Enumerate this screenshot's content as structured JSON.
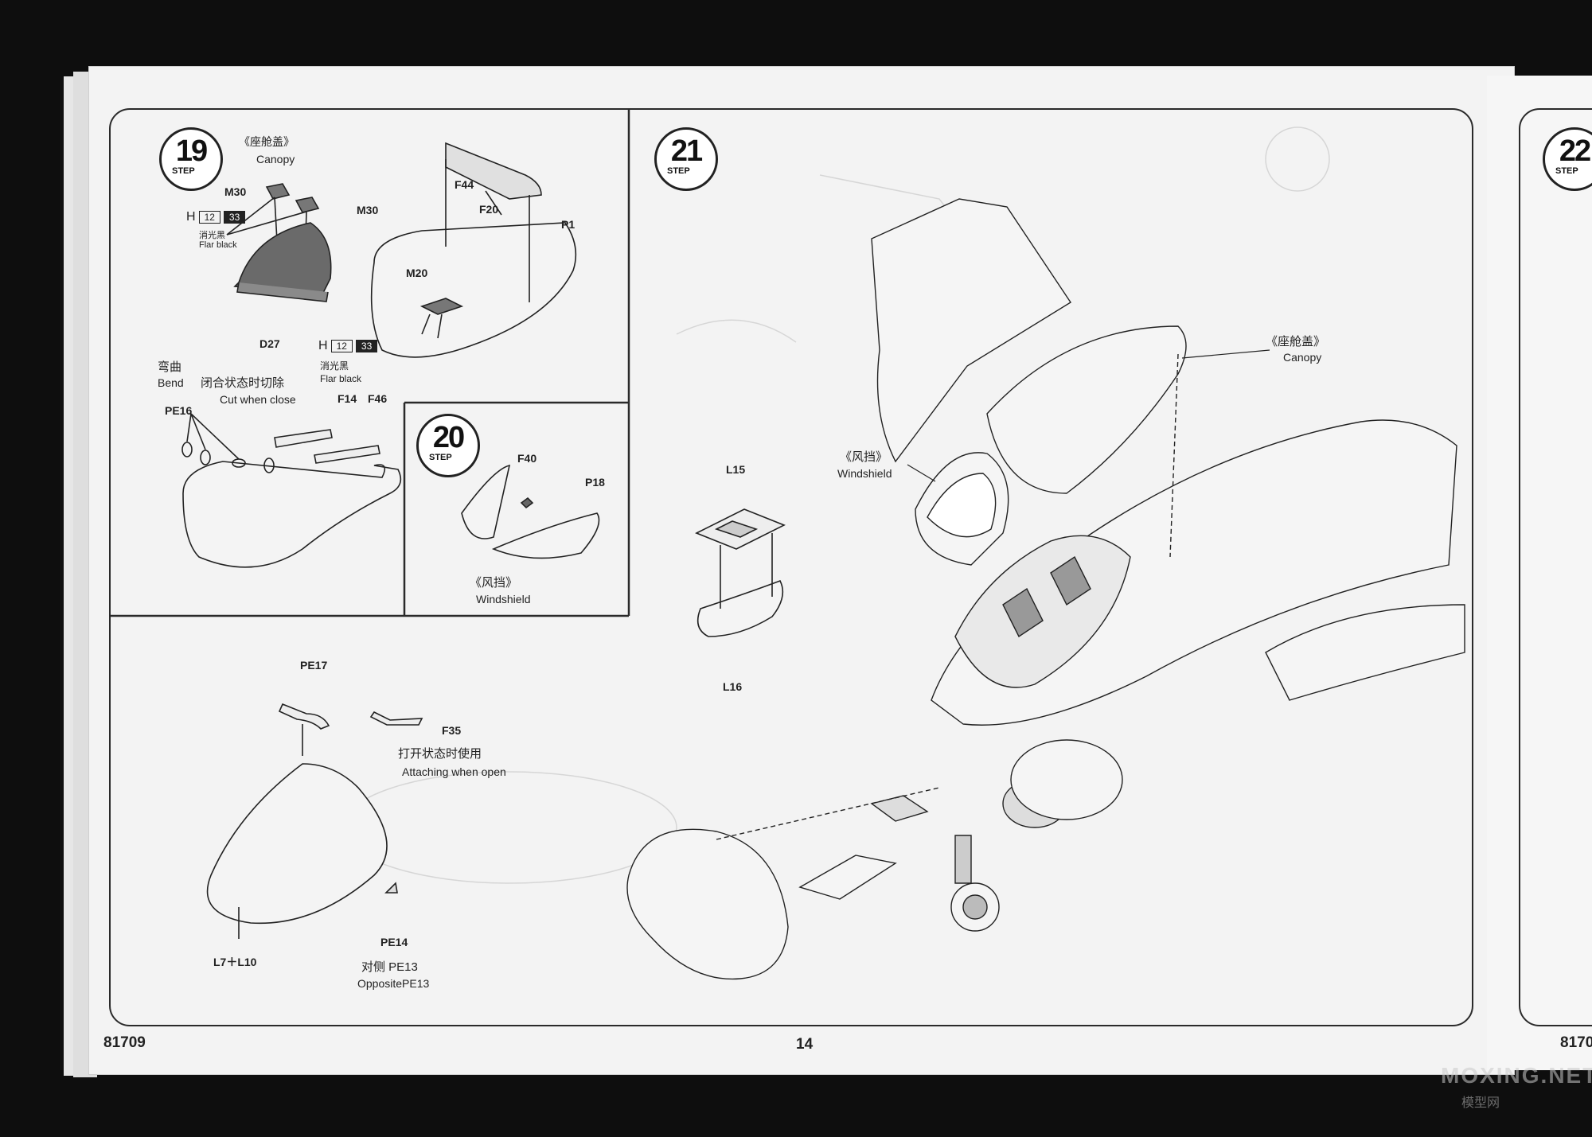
{
  "page": {
    "code_left": "81709",
    "page_number": "14",
    "code_right": "8170",
    "watermark_top": "MOXING.NET",
    "watermark_bottom": "模型网"
  },
  "step19": {
    "number": "19",
    "step_word": "STEP",
    "title_cn": "《座舱盖》",
    "title_en": "Canopy",
    "parts": [
      "M30",
      "M30",
      "D27",
      "F44",
      "F20",
      "P1",
      "M20"
    ],
    "paint1": {
      "prefix": "H",
      "num1": "12",
      "num2": "33",
      "cn": "消光黑",
      "en": "Flar black"
    },
    "paint2": {
      "prefix": "H",
      "num1": "12",
      "num2": "33",
      "cn": "消光黑",
      "en": "Flar black"
    },
    "bend_cn": "弯曲",
    "bend_en": "Bend",
    "cut_cn": "闭合状态时切除",
    "cut_en": "Cut when close",
    "parts_lower": [
      "PE16",
      "F14",
      "F46"
    ],
    "parts_open": [
      "PE17",
      "F35",
      "PE14",
      "L7＋L10"
    ],
    "open_cn": "打开状态时使用",
    "open_en": "Attaching when open",
    "opposite_cn": "对侧 PE13",
    "opposite_en": "OppositePE13"
  },
  "step20": {
    "number": "20",
    "step_word": "STEP",
    "parts": [
      "F40",
      "P18"
    ],
    "label_cn": "《风挡》",
    "label_en": "Windshield"
  },
  "step21": {
    "number": "21",
    "step_word": "STEP",
    "parts": [
      "L15",
      "L16"
    ],
    "canopy_cn": "《座舱盖》",
    "canopy_en": "Canopy",
    "windshield_cn": "《风挡》",
    "windshield_en": "Windshield"
  },
  "step22": {
    "number": "22",
    "step_word": "STEP"
  },
  "colors": {
    "background": "#0e0e0e",
    "paper": "#f3f3f3",
    "ink": "#222222",
    "part_fill": "#6a6a6a"
  }
}
